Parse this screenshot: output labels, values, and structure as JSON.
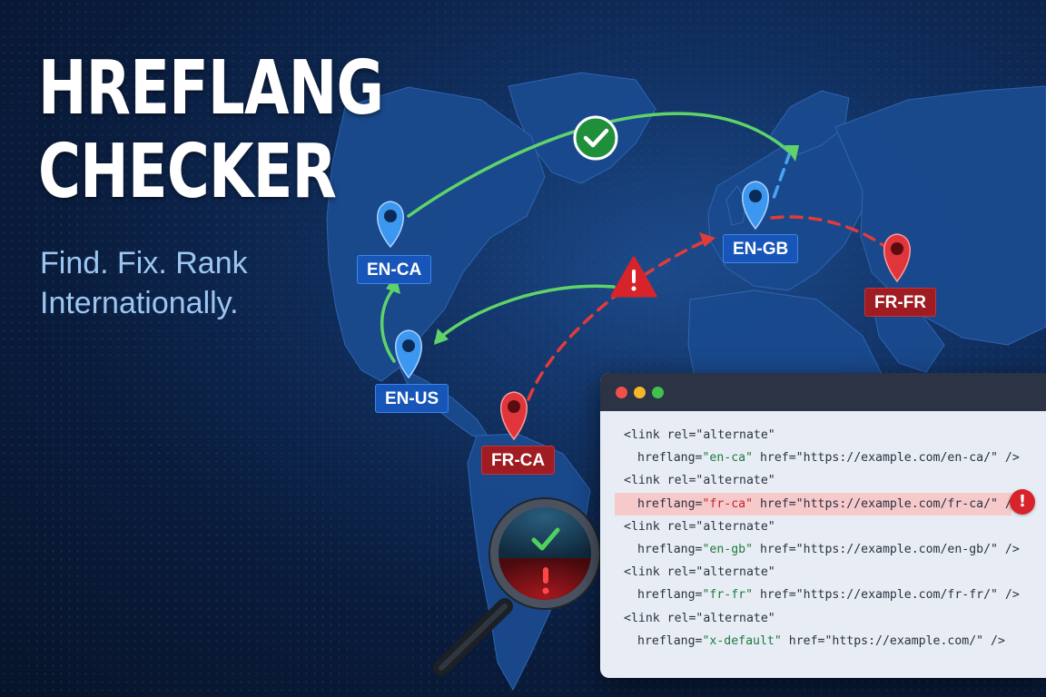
{
  "headline": {
    "line1": "HREFLANG",
    "line2": "CHECKER"
  },
  "tagline": {
    "line1": "Find. Fix. Rank",
    "line2": "Internationally."
  },
  "locations": {
    "en_ca": "EN-CA",
    "en_us": "EN-US",
    "en_gb": "EN-GB",
    "fr_ca": "FR-CA",
    "fr_fr": "FR-FR"
  },
  "links": [
    {
      "from": "EN-CA",
      "to": "EN-GB",
      "status": "valid"
    },
    {
      "from": "EN-US",
      "to": "EN-CA",
      "status": "valid"
    },
    {
      "from": "EN-GB",
      "to": "EN-US",
      "status": "warning"
    },
    {
      "from": "FR-CA",
      "to": "EN-GB",
      "status": "error"
    },
    {
      "from": "EN-GB",
      "to": "FR-FR",
      "status": "error"
    }
  ],
  "code": {
    "lines": [
      {
        "prefix": "<link rel=\"alternate\"",
        "indent": false
      },
      {
        "prefix": "hreflang=",
        "value": "\"en-ca\"",
        "suffix": " href=\"https://example.com/en-ca/\" />",
        "indent": true
      },
      {
        "prefix": "<link rel=\"alternate\"",
        "indent": false
      },
      {
        "prefix": "hreflang=",
        "value": "\"fr-ca\"",
        "suffix": " href=\"https://example.com/fr-ca/\" /",
        "indent": true,
        "error": true
      },
      {
        "prefix": "<link rel=\"alternate\"",
        "indent": false
      },
      {
        "prefix": "hreflang=",
        "value": "\"en-gb\"",
        "suffix": " href=\"https://example.com/en-gb/\" />",
        "indent": true
      },
      {
        "prefix": "<link rel=\"alternate\"",
        "indent": false
      },
      {
        "prefix": "hreflang=",
        "value": "\"fr-fr\"",
        "suffix": " href=\"https://example.com/fr-fr/\" />",
        "indent": true
      },
      {
        "prefix": "<link rel=\"alternate\"",
        "indent": false
      },
      {
        "prefix": "hreflang=",
        "value": "\"x-default\"",
        "suffix": " href=\"https://example.com/\" />",
        "indent": true
      }
    ],
    "error_symbol": "!"
  },
  "icons": {
    "map": "world-map",
    "pin_blue": "map-pin-icon",
    "pin_red": "map-pin-icon",
    "valid_check": "checkmark-icon",
    "warning": "warning-triangle-icon",
    "error": "error-icon",
    "magnifier": "magnifying-glass-icon"
  },
  "colors": {
    "background": "#0a1c3c",
    "valid_arrow": "#5fd36a",
    "error_arrow": "#e23b3b",
    "pin_blue": "#3c97f0",
    "pin_red": "#e0353a",
    "label_blue": "#1756b8",
    "label_red": "#9e1c22",
    "tagline": "#9cc6f2"
  }
}
